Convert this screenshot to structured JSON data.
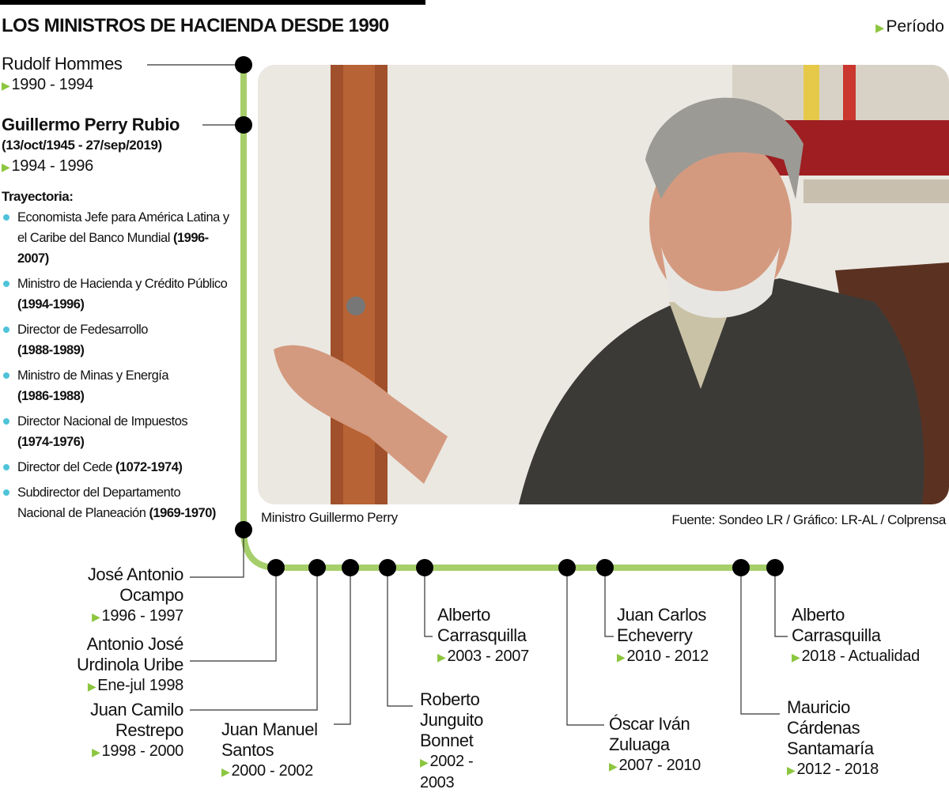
{
  "title": "LOS MINISTROS DE HACIENDA DESDE 1990",
  "legend": {
    "icon": "green-triangle-icon",
    "label": "Período"
  },
  "colors": {
    "timeline": "#a6cf6b",
    "accent": "#8cc63f",
    "bullet": "#4fc3d9"
  },
  "featured": {
    "name": "Guillermo Perry Rubio",
    "dates": "(13/oct/1945 - 27/sep/2019)",
    "period": "1994 - 1996",
    "trajectory_label": "Trayectoria:",
    "trajectory": [
      {
        "text": "Economista Jefe para América Latina y el Caribe del Banco Mundial ",
        "years": "(1996-2007)"
      },
      {
        "text": "Ministro de Hacienda y Crédito Público ",
        "years": "(1994-1996)"
      },
      {
        "text": "Director de Fedesarrollo ",
        "years": "(1988-1989)"
      },
      {
        "text": "Ministro de Minas y Energía ",
        "years": "(1986-1988)"
      },
      {
        "text": "Director Nacional de Impuestos ",
        "years": "(1974-1976)"
      },
      {
        "text": "Director del Cede ",
        "years": "(1072-1974)"
      },
      {
        "text": "Subdirector del Departamento Nacional de Planeación ",
        "years": "(1969-1970)"
      }
    ]
  },
  "ministers": [
    {
      "name": "Rudolf Hommes",
      "period": "1990 - 1994"
    },
    {
      "name": "Guillermo Perry Rubio",
      "period": "1994 - 1996"
    },
    {
      "name": "José Antonio Ocampo",
      "period": "1996 - 1997"
    },
    {
      "name": "Antonio José Urdinola Uribe",
      "period": "Ene-jul 1998"
    },
    {
      "name": "Juan Camilo Restrepo",
      "period": "1998 - 2000"
    },
    {
      "name": "Juan Manuel Santos",
      "period": "2000 - 2002"
    },
    {
      "name": "Roberto Junguito Bonnet",
      "period": "2002 - 2003"
    },
    {
      "name": "Alberto Carrasquilla",
      "period": "2003 - 2007"
    },
    {
      "name": "Óscar Iván Zuluaga",
      "period": "2007 - 2010"
    },
    {
      "name": "Juan Carlos Echeverry",
      "period": "2010 - 2012"
    },
    {
      "name": "Mauricio Cárdenas Santamaría",
      "period": "2012 - 2018"
    },
    {
      "name": "Alberto Carrasquilla",
      "period": "2018 - Actualidad"
    }
  ],
  "photo_caption": "Ministro Guillermo Perry",
  "source": "Fuente: Sondeo LR / Gráfico: LR-AL / Colprensa"
}
